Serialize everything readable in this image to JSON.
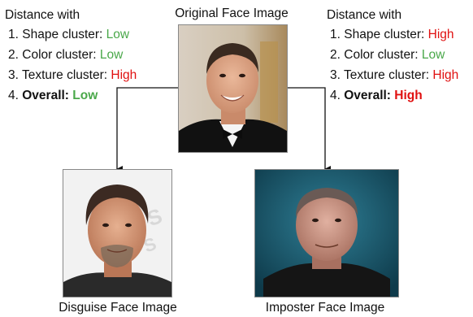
{
  "original": {
    "caption": "Original Face Image"
  },
  "disguise": {
    "caption": "Disguise Face Image"
  },
  "imposter": {
    "caption": "Imposter Face Image"
  },
  "left_panel": {
    "heading": "Distance with",
    "items": [
      {
        "num": "1.",
        "label": "Shape cluster:",
        "value": "Low"
      },
      {
        "num": "2.",
        "label": "Color cluster:",
        "value": "Low"
      },
      {
        "num": "3.",
        "label": "Texture cluster:",
        "value": "High"
      },
      {
        "num": "4.",
        "label": "Overall:",
        "value": "Low"
      }
    ]
  },
  "right_panel": {
    "heading": "Distance with",
    "items": [
      {
        "num": "1.",
        "label": "Shape cluster:",
        "value": "High"
      },
      {
        "num": "2.",
        "label": "Color cluster:",
        "value": "Low"
      },
      {
        "num": "3.",
        "label": "Texture cluster:",
        "value": "High"
      },
      {
        "num": "4.",
        "label": "Overall:",
        "value": "High"
      }
    ]
  },
  "colors": {
    "low": "#4aa84a",
    "high": "#e01010"
  }
}
